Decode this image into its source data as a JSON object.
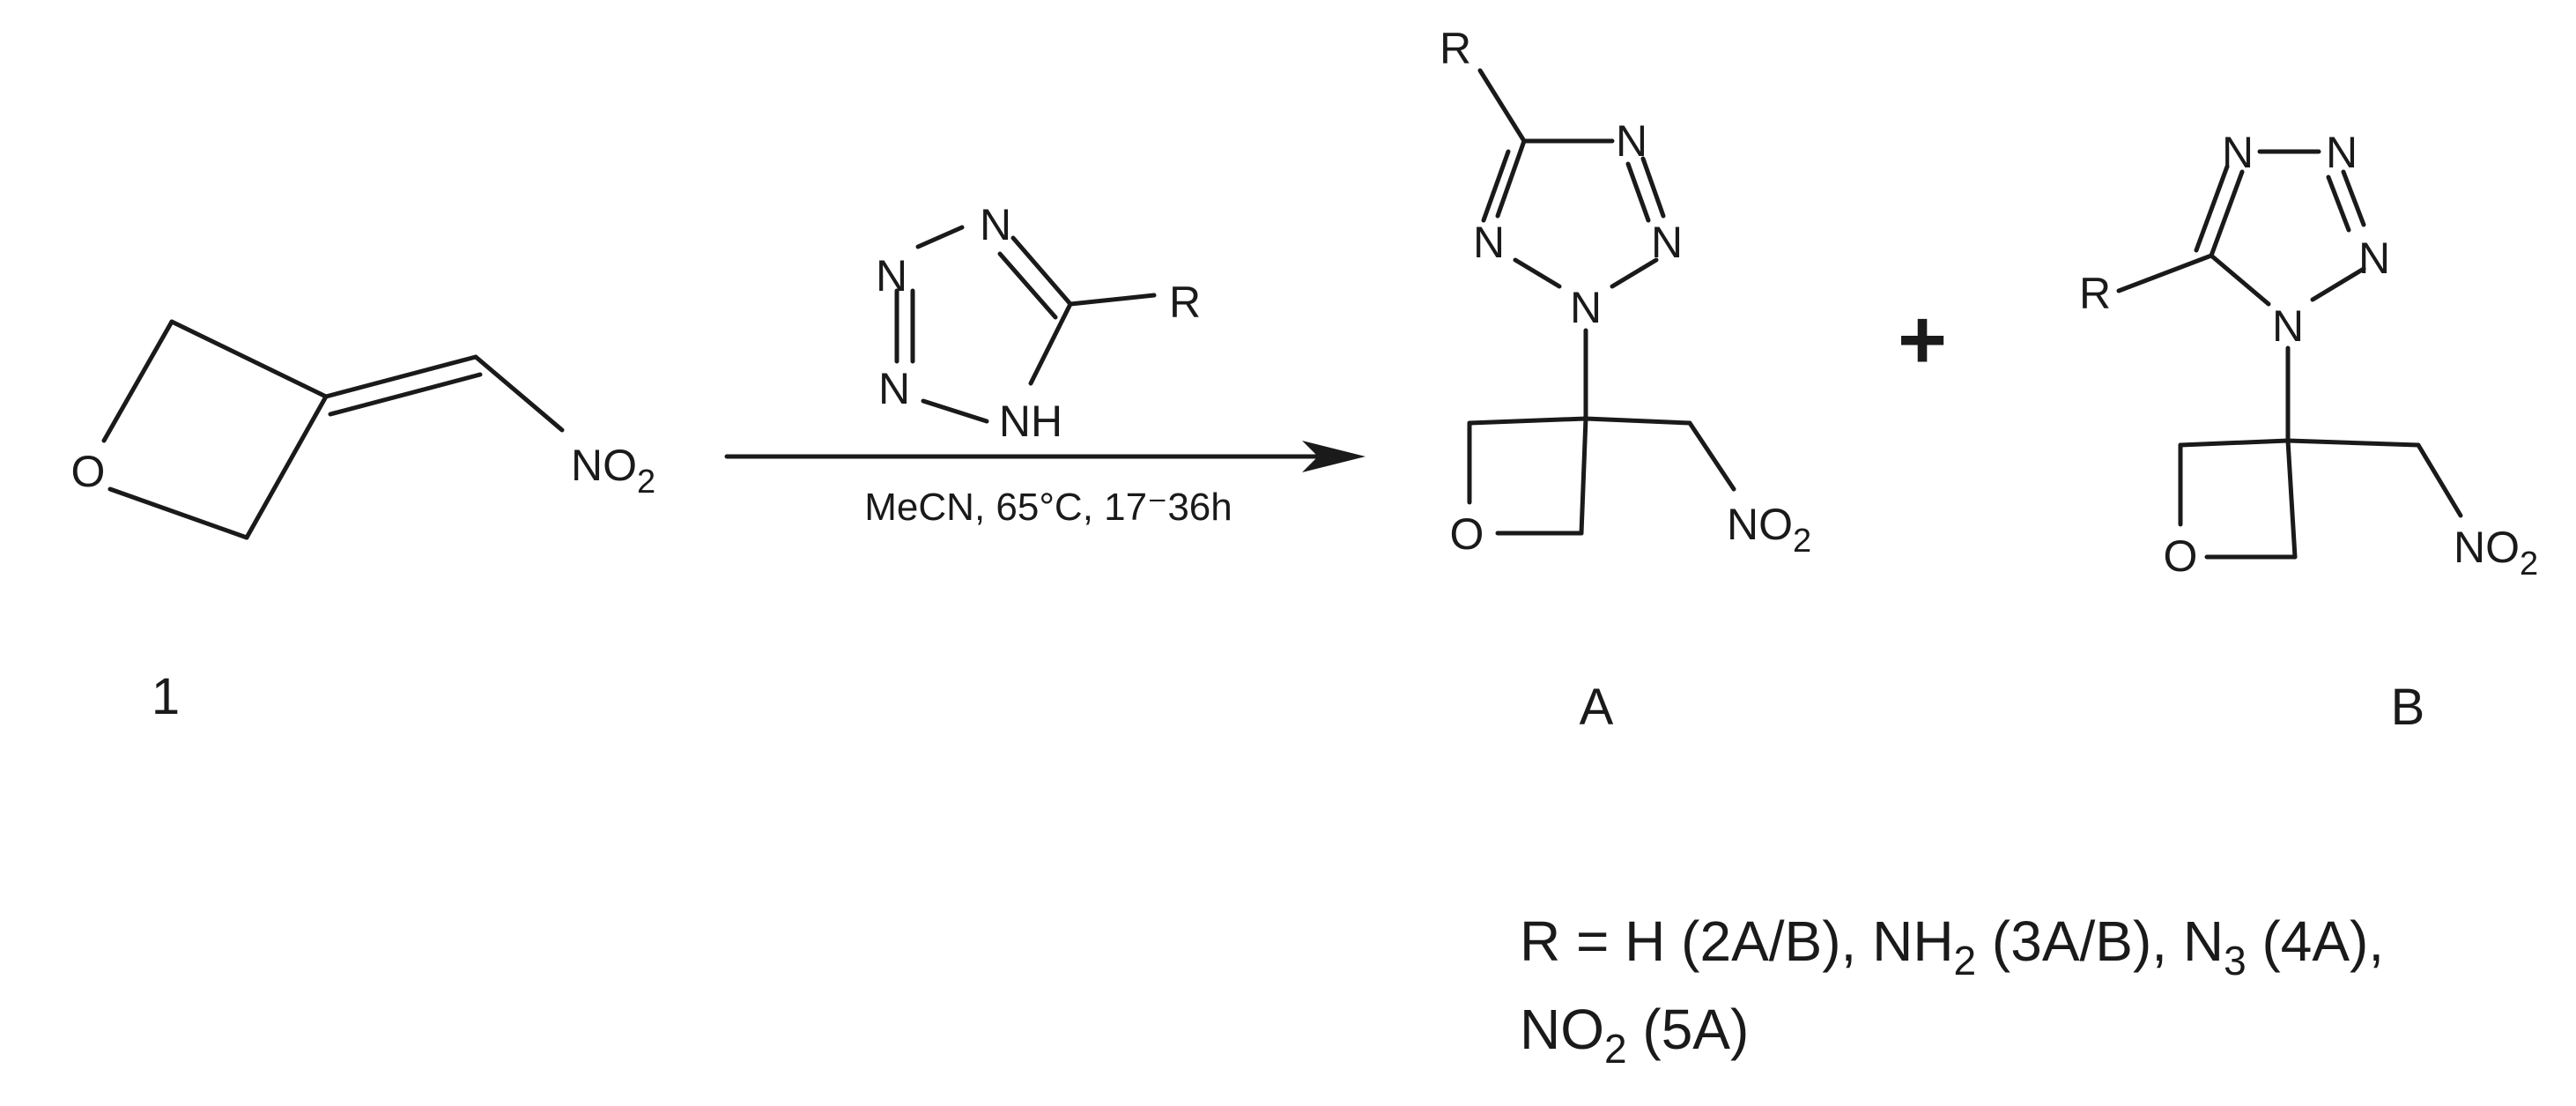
{
  "atoms": {
    "O": "O",
    "N": "N",
    "NH": "NH",
    "R": "R",
    "NO": "NO",
    "two": "2"
  },
  "plus_sign": "+",
  "conditions": "MeCN, 65°C, 17⁻36h",
  "compound_labels": {
    "reactant": "1",
    "product_a": "A",
    "product_b": "B"
  },
  "r_definition": {
    "line1_a": "R = H (2A/B), NH",
    "line1_sub1": "2",
    "line1_b": " (3A/B), N",
    "line1_sub2": "3",
    "line1_c": " (4A),",
    "line2_a": "NO",
    "line2_sub": "2",
    "line2_b": " (5A)"
  }
}
